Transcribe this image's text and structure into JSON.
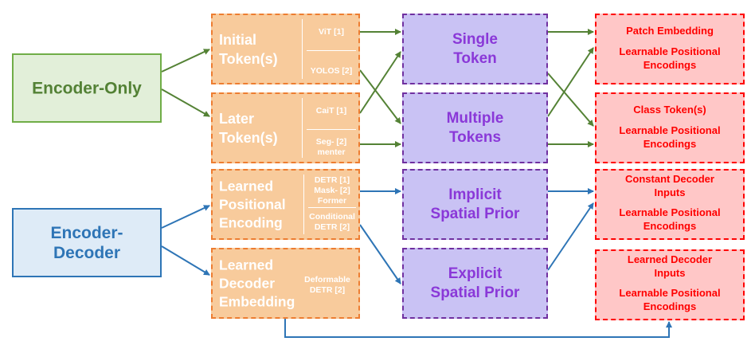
{
  "encoders": {
    "encoder_only": "Encoder-Only",
    "encoder_decoder": "Encoder-\nDecoder"
  },
  "orange": {
    "initial_tokens": {
      "label": "Initial\nToken(s)",
      "ref_top": "ViT [1]",
      "ref_bottom": "YOLOS [2]"
    },
    "later_tokens": {
      "label": "Later\nToken(s)",
      "ref_top": "CaiT [1]",
      "ref_bottom_a": "Seg- [2]",
      "ref_bottom_b": "menter"
    },
    "learned_positional_encoding": {
      "label": "Learned\nPositional\nEncoding",
      "ref_a": "DETR [1]",
      "ref_b": "Mask- [2]",
      "ref_c": "Former",
      "ref_d": "Conditional",
      "ref_e": "DETR [2]"
    },
    "learned_decoder_embedding": {
      "label": "Learned\nDecoder\nEmbedding",
      "ref_a": "Deformable",
      "ref_b": "DETR [2]"
    }
  },
  "purple": {
    "single_token": "Single\nToken",
    "multiple_tokens": "Multiple\nTokens",
    "implicit_spatial_prior": "Implicit\nSpatial Prior",
    "explicit_spatial_prior": "Explicit\nSpatial Prior"
  },
  "red": {
    "box1": {
      "line1": "Patch Embedding",
      "line2": "Learnable Positional",
      "line3": "Encodings"
    },
    "box2": {
      "line1": "Class Token(s)",
      "line2": "Learnable Positional",
      "line3": "Encodings"
    },
    "box3": {
      "line1": "Constant Decoder",
      "line1b": "Inputs",
      "line2": "Learnable Positional",
      "line3": "Encodings"
    },
    "box4": {
      "line1": "Learned Decoder",
      "line1b": "Inputs",
      "line2": "Learnable Positional",
      "line3": "Encodings"
    }
  },
  "colors": {
    "green_arrow": "#548235",
    "blue_arrow": "#2e75b6"
  }
}
